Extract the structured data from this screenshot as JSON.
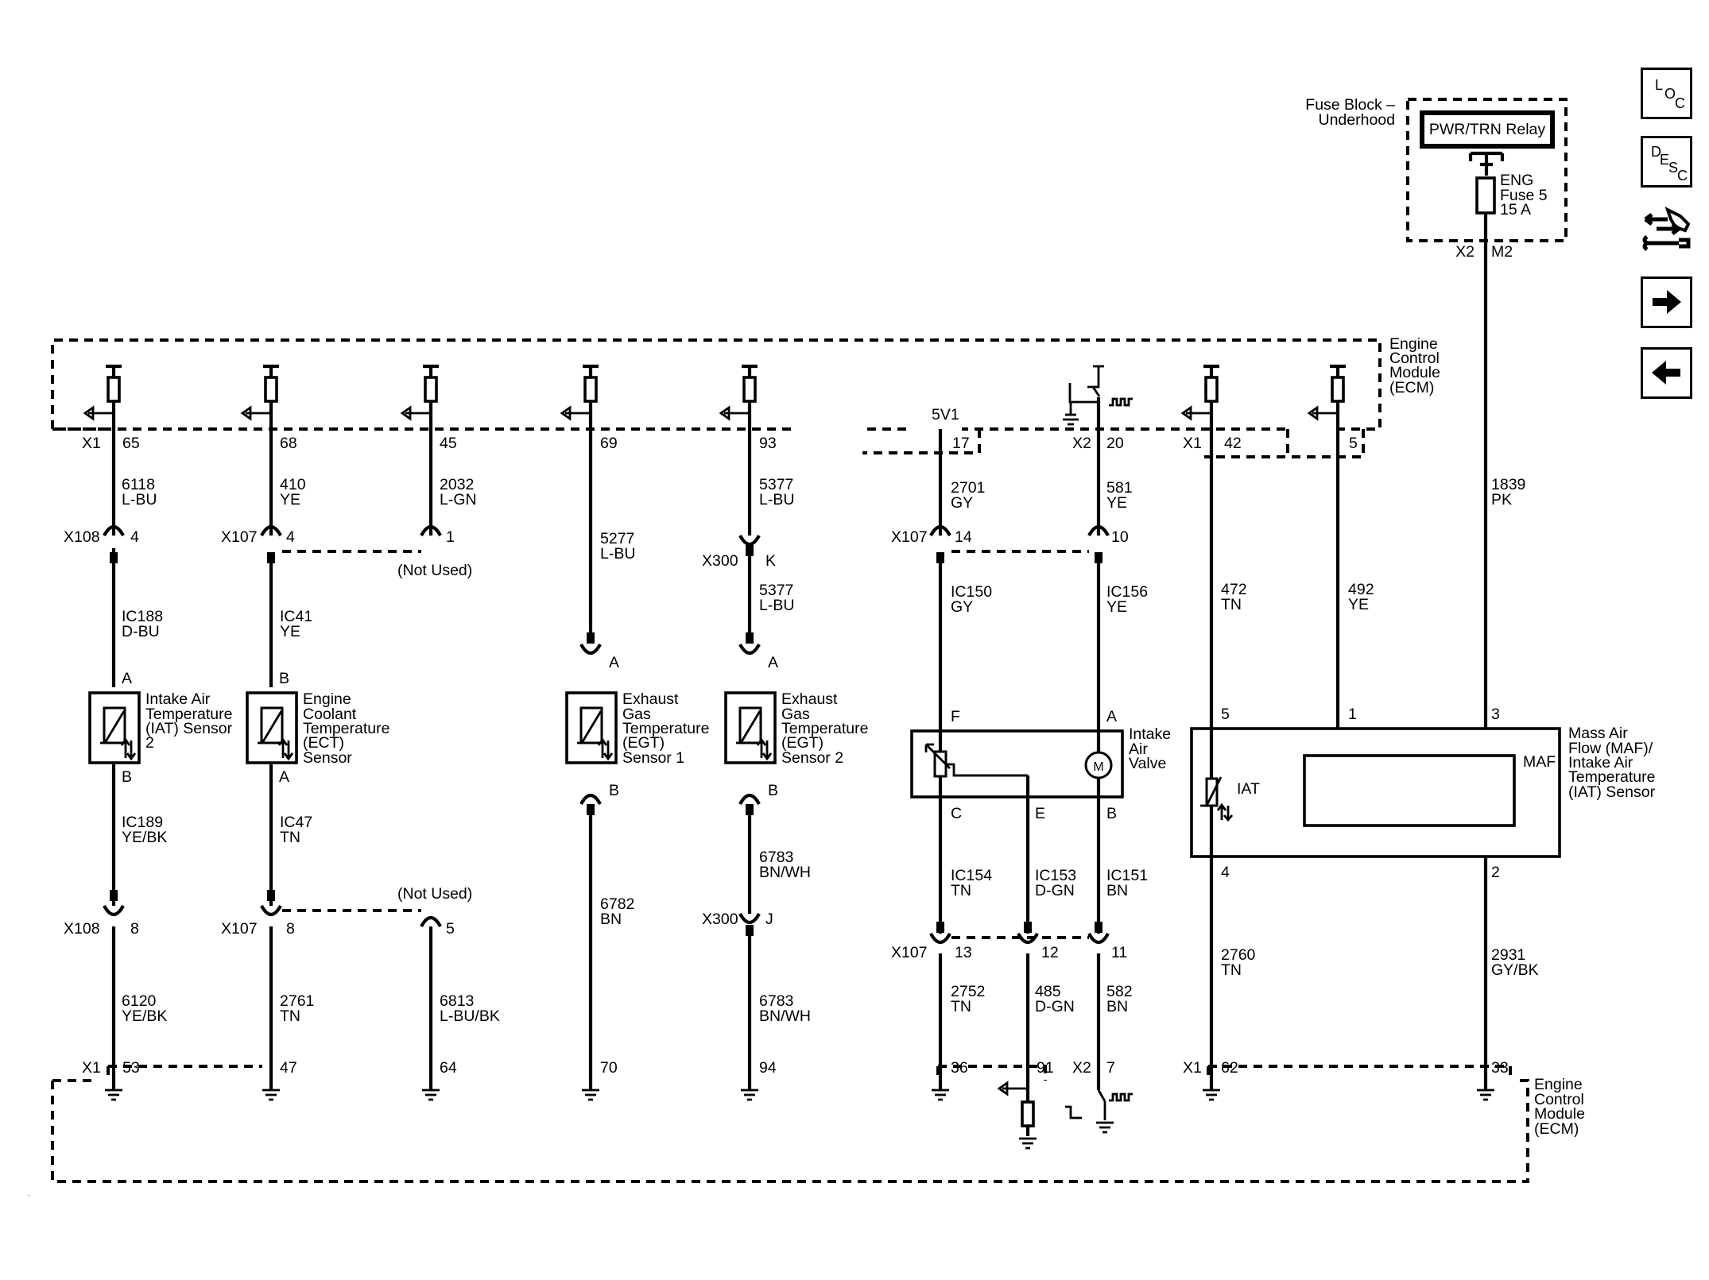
{
  "nav": {
    "loc": [
      "L",
      "O",
      "C"
    ],
    "desc": [
      "D",
      "E",
      "S",
      "C"
    ],
    "icons": [
      "loc-icon",
      "desc-icon",
      "connector-tool-icon",
      "next-arrow-icon",
      "previous-arrow-icon"
    ]
  },
  "fuse_block": {
    "title": [
      "Fuse Block –",
      "Underhood"
    ],
    "relay": "PWR/TRN Relay",
    "fuse": [
      "ENG",
      "Fuse 5",
      "15 A"
    ],
    "connector": "X2",
    "pin": "M2"
  },
  "ecm": {
    "label": [
      "Engine",
      "Control",
      "Module",
      "(ECM)"
    ],
    "x1": "X1",
    "x2": "X2",
    "top_pins": [
      "65",
      "68",
      "45",
      "69",
      "93",
      "17",
      "20",
      "42",
      "5"
    ],
    "bottom_pins": [
      "53",
      "47",
      "64",
      "70",
      "94",
      "36",
      "91",
      "7",
      "62",
      "33"
    ],
    "ref_5v": "5V1"
  },
  "connectors": {
    "x108": "X108",
    "x107": "X107",
    "x300": "X300",
    "not_used": "(Not Used)",
    "pins_upper": [
      "4",
      "4",
      "1",
      "K",
      "14",
      "10"
    ],
    "pins_lower": [
      "8",
      "8",
      "5",
      "J",
      "13",
      "12",
      "11"
    ]
  },
  "wires": {
    "c1_top": [
      "6118",
      "L-BU"
    ],
    "c1_mid": [
      "IC188",
      "D-BU"
    ],
    "c1_low": [
      "IC189",
      "YE/BK"
    ],
    "c1_bot": [
      "6120",
      "YE/BK"
    ],
    "c2_top": [
      "410",
      "YE"
    ],
    "c2_mid": [
      "IC41",
      "YE"
    ],
    "c2_low": [
      "IC47",
      "TN"
    ],
    "c2_bot": [
      "2761",
      "TN"
    ],
    "c3_top": [
      "2032",
      "L-GN"
    ],
    "c3_bot": [
      "6813",
      "L-BU/BK"
    ],
    "c4_top": [
      "5277",
      "L-BU"
    ],
    "c4_bot": [
      "6782",
      "BN"
    ],
    "c5_top": [
      "5377",
      "L-BU"
    ],
    "c5_mid": [
      "5377",
      "L-BU"
    ],
    "c5_low": [
      "6783",
      "BN/WH"
    ],
    "c5_bot": [
      "6783",
      "BN/WH"
    ],
    "c6_top": [
      "2701",
      "GY"
    ],
    "c6_mid": [
      "IC150",
      "GY"
    ],
    "c6_low": [
      "IC154",
      "TN"
    ],
    "c6_bot": [
      "2752",
      "TN"
    ],
    "c7_top": [
      "581",
      "YE"
    ],
    "c7_mid": [
      "IC156",
      "YE"
    ],
    "c7_low": [
      "IC151",
      "BN"
    ],
    "c7_bot": [
      "582",
      "BN"
    ],
    "ce_low": [
      "IC153",
      "D-GN"
    ],
    "ce_bot": [
      "485",
      "D-GN"
    ],
    "c8_top": [
      "472",
      "TN"
    ],
    "c8_bot": [
      "2760",
      "TN"
    ],
    "c9_top": [
      "492",
      "YE"
    ],
    "c10_top": [
      "1839",
      "PK"
    ],
    "c10_bot": [
      "2931",
      "GY/BK"
    ]
  },
  "components": {
    "iat2": {
      "name": [
        "Intake Air",
        "Temperature",
        "(IAT) Sensor",
        "2"
      ],
      "pins": [
        "A",
        "B"
      ]
    },
    "ect": {
      "name": [
        "Engine",
        "Coolant",
        "Temperature",
        "(ECT)",
        "Sensor"
      ],
      "pins": [
        "B",
        "A"
      ]
    },
    "egt1": {
      "name": [
        "Exhaust",
        "Gas",
        "Temperature",
        "(EGT)",
        "Sensor 1"
      ],
      "pins": [
        "A",
        "B"
      ]
    },
    "egt2": {
      "name": [
        "Exhaust",
        "Gas",
        "Temperature",
        "(EGT)",
        "Sensor 2"
      ],
      "pins": [
        "A",
        "B"
      ]
    },
    "iav": {
      "name": [
        "Intake",
        "Air",
        "Valve"
      ],
      "pins": [
        "F",
        "A",
        "C",
        "E",
        "B"
      ],
      "motor": "M"
    },
    "maf": {
      "name": [
        "Mass Air",
        "Flow (MAF)/",
        "Intake Air",
        "Temperature",
        "(IAT) Sensor"
      ],
      "pins": [
        "5",
        "1",
        "3",
        "4",
        "2"
      ],
      "iat": "IAT",
      "maf": "MAF"
    }
  }
}
